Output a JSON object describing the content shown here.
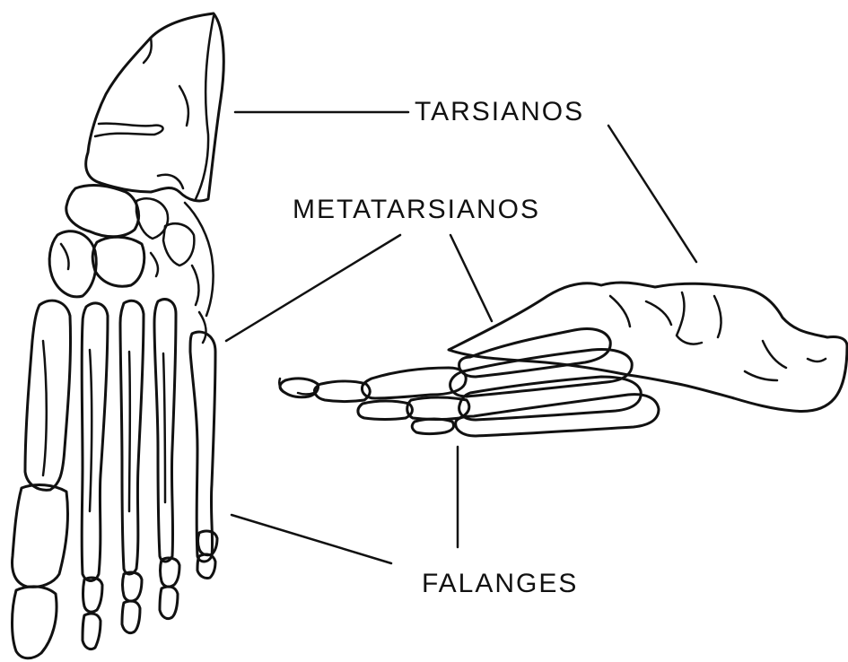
{
  "labels": {
    "tarsianos": "TARSIANOS",
    "metatarsianos": "METATARSIANOS",
    "falanges": "FALANGES"
  },
  "colors": {
    "ink": "#111111",
    "background": "#ffffff"
  }
}
